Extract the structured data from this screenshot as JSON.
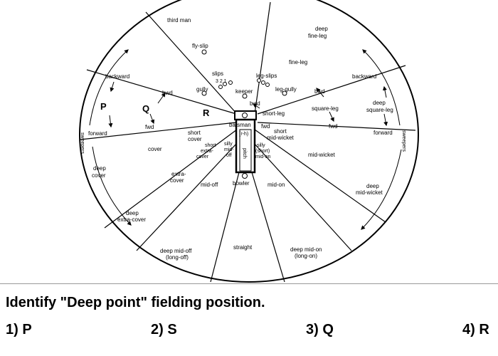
{
  "diagram": {
    "labels": {
      "third_man": "third man",
      "fly_slip": "fly-slip",
      "deep_fine_leg": [
        "deep",
        "fine-leg"
      ],
      "fine_leg": "fine-leg",
      "slips": "slips",
      "slip_numbers": "3 2 1",
      "leg_slips": "leg-slips",
      "gully": "gully",
      "leg_gully": "leg-gully",
      "keeper": "keeper",
      "backward": "backward",
      "bwd": "bwd",
      "fwd": "fwd",
      "forward": "forward",
      "sweepers": "sweepers",
      "batsman": "batsman",
      "rh": "(r-h)",
      "short_leg": "short-leg",
      "square_leg": "square-leg",
      "deep_square_leg": [
        "deep",
        "square-leg"
      ],
      "short_cover": [
        "short",
        "cover"
      ],
      "short_extra_cover": [
        "short",
        "extra-",
        "cover"
      ],
      "silly_mid_off": [
        "silly",
        "mid-",
        "off"
      ],
      "pitch": "pitch",
      "silly_short_mid_on": [
        "silly",
        "(short)",
        "mid-on"
      ],
      "short_mid_wicket": [
        "short",
        "mid-wicket"
      ],
      "mid_wicket": "mid-wicket",
      "cover": "cover",
      "deep_cover": [
        "deep",
        "cover"
      ],
      "extra_cover": [
        "extra-",
        "cover"
      ],
      "mid_off": "mid-off",
      "bowler": "bowler",
      "mid_on": "mid-on",
      "deep_mid_wicket": [
        "deep",
        "mid-wicket"
      ],
      "deep_extra_cover": [
        "deep",
        "extra-cover"
      ],
      "deep_mid_off": [
        "deep mid-off",
        "(long-off)"
      ],
      "straight": "straight",
      "deep_mid_on": [
        "deep mid-on",
        "(long-on)"
      ],
      "marker_p": "P",
      "marker_q": "Q",
      "marker_r": "R"
    }
  },
  "question": {
    "text": "Identify \"Deep point\" fielding position.",
    "options": [
      "1) P",
      "2) S",
      "3) Q",
      "4) R"
    ]
  }
}
